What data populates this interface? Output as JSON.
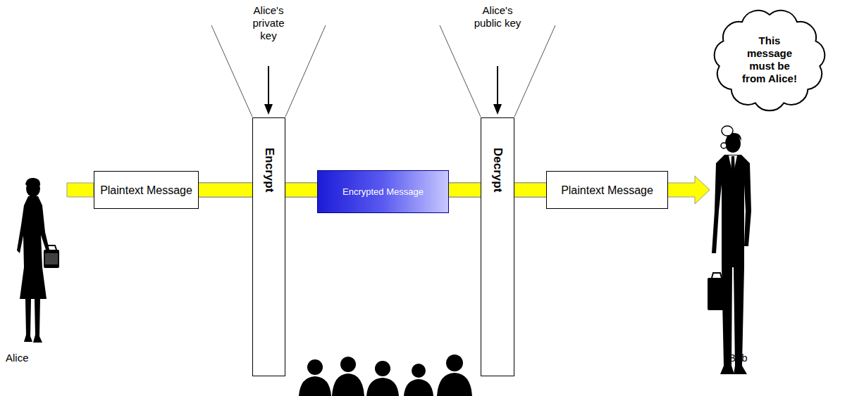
{
  "diagram": {
    "nodes": [
      {
        "text": [
          "Plaintext Message"
        ]
      },
      {
        "text": [
          "Encrypt"
        ]
      },
      {
        "text": [
          "Encrypted Message"
        ]
      },
      {
        "text": [
          "Decrypt"
        ]
      },
      {
        "text": [
          "Plaintext Message"
        ]
      },
      {
        "text": [
          "This message must be from Alice!"
        ]
      }
    ],
    "edges": [
      {
        "from": 0,
        "to": 1,
        "arrow": "none"
      },
      {
        "from": 1,
        "to": 2,
        "arrow": "none"
      },
      {
        "from": 2,
        "to": 3,
        "arrow": "none"
      },
      {
        "from": 3,
        "to": 4,
        "arrow": "none"
      }
    ],
    "labels": [
      "Alice's private key",
      "Alice's public key",
      "Alice",
      "Bob"
    ]
  }
}
